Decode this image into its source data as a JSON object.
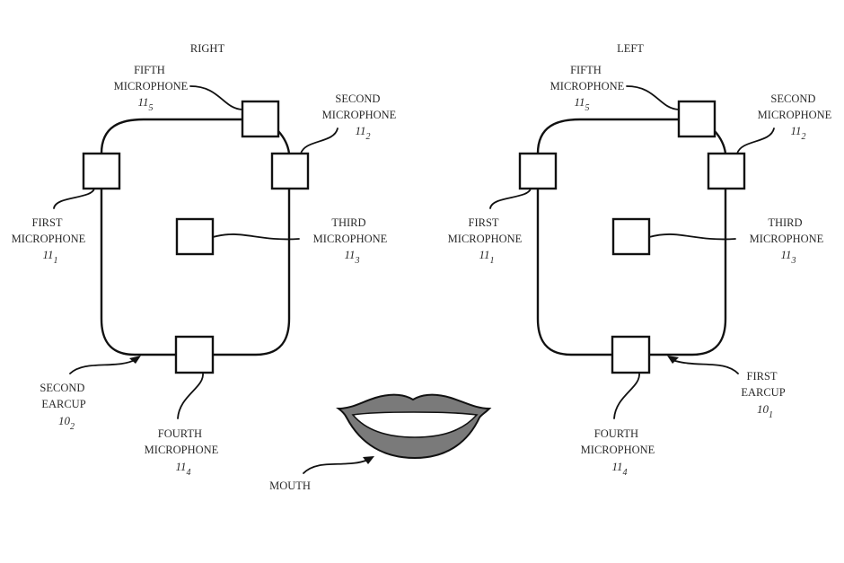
{
  "figure": {
    "right_earcup": {
      "title": "RIGHT",
      "microphones": [
        {
          "id": "mic1",
          "lines": [
            "FIRST",
            "MICROPHONE"
          ],
          "ref": "11",
          "sub": "1"
        },
        {
          "id": "mic2",
          "lines": [
            "SECOND",
            "MICROPHONE"
          ],
          "ref": "11",
          "sub": "2"
        },
        {
          "id": "mic3",
          "lines": [
            "THIRD",
            "MICROPHONE"
          ],
          "ref": "11",
          "sub": "3"
        },
        {
          "id": "mic4",
          "lines": [
            "FOURTH",
            "MICROPHONE"
          ],
          "ref": "11",
          "sub": "4"
        },
        {
          "id": "mic5",
          "lines": [
            "FIFTH",
            "MICROPHONE"
          ],
          "ref": "11",
          "sub": "5"
        }
      ],
      "earcup": {
        "lines": [
          "SECOND",
          "EARCUP"
        ],
        "ref": "10",
        "sub": "2"
      }
    },
    "left_earcup": {
      "title": "LEFT",
      "microphones": [
        {
          "id": "mic1",
          "lines": [
            "FIRST",
            "MICROPHONE"
          ],
          "ref": "11",
          "sub": "1"
        },
        {
          "id": "mic2",
          "lines": [
            "SECOND",
            "MICROPHONE"
          ],
          "ref": "11",
          "sub": "2"
        },
        {
          "id": "mic3",
          "lines": [
            "THIRD",
            "MICROPHONE"
          ],
          "ref": "11",
          "sub": "3"
        },
        {
          "id": "mic4",
          "lines": [
            "FOURTH",
            "MICROPHONE"
          ],
          "ref": "11",
          "sub": "4"
        },
        {
          "id": "mic5",
          "lines": [
            "FIFTH",
            "MICROPHONE"
          ],
          "ref": "11",
          "sub": "5"
        }
      ],
      "earcup": {
        "lines": [
          "FIRST",
          "EARCUP"
        ],
        "ref": "10",
        "sub": "1"
      }
    },
    "mouth": {
      "label": "MOUTH",
      "lip_color": "#7a7a7a"
    }
  }
}
